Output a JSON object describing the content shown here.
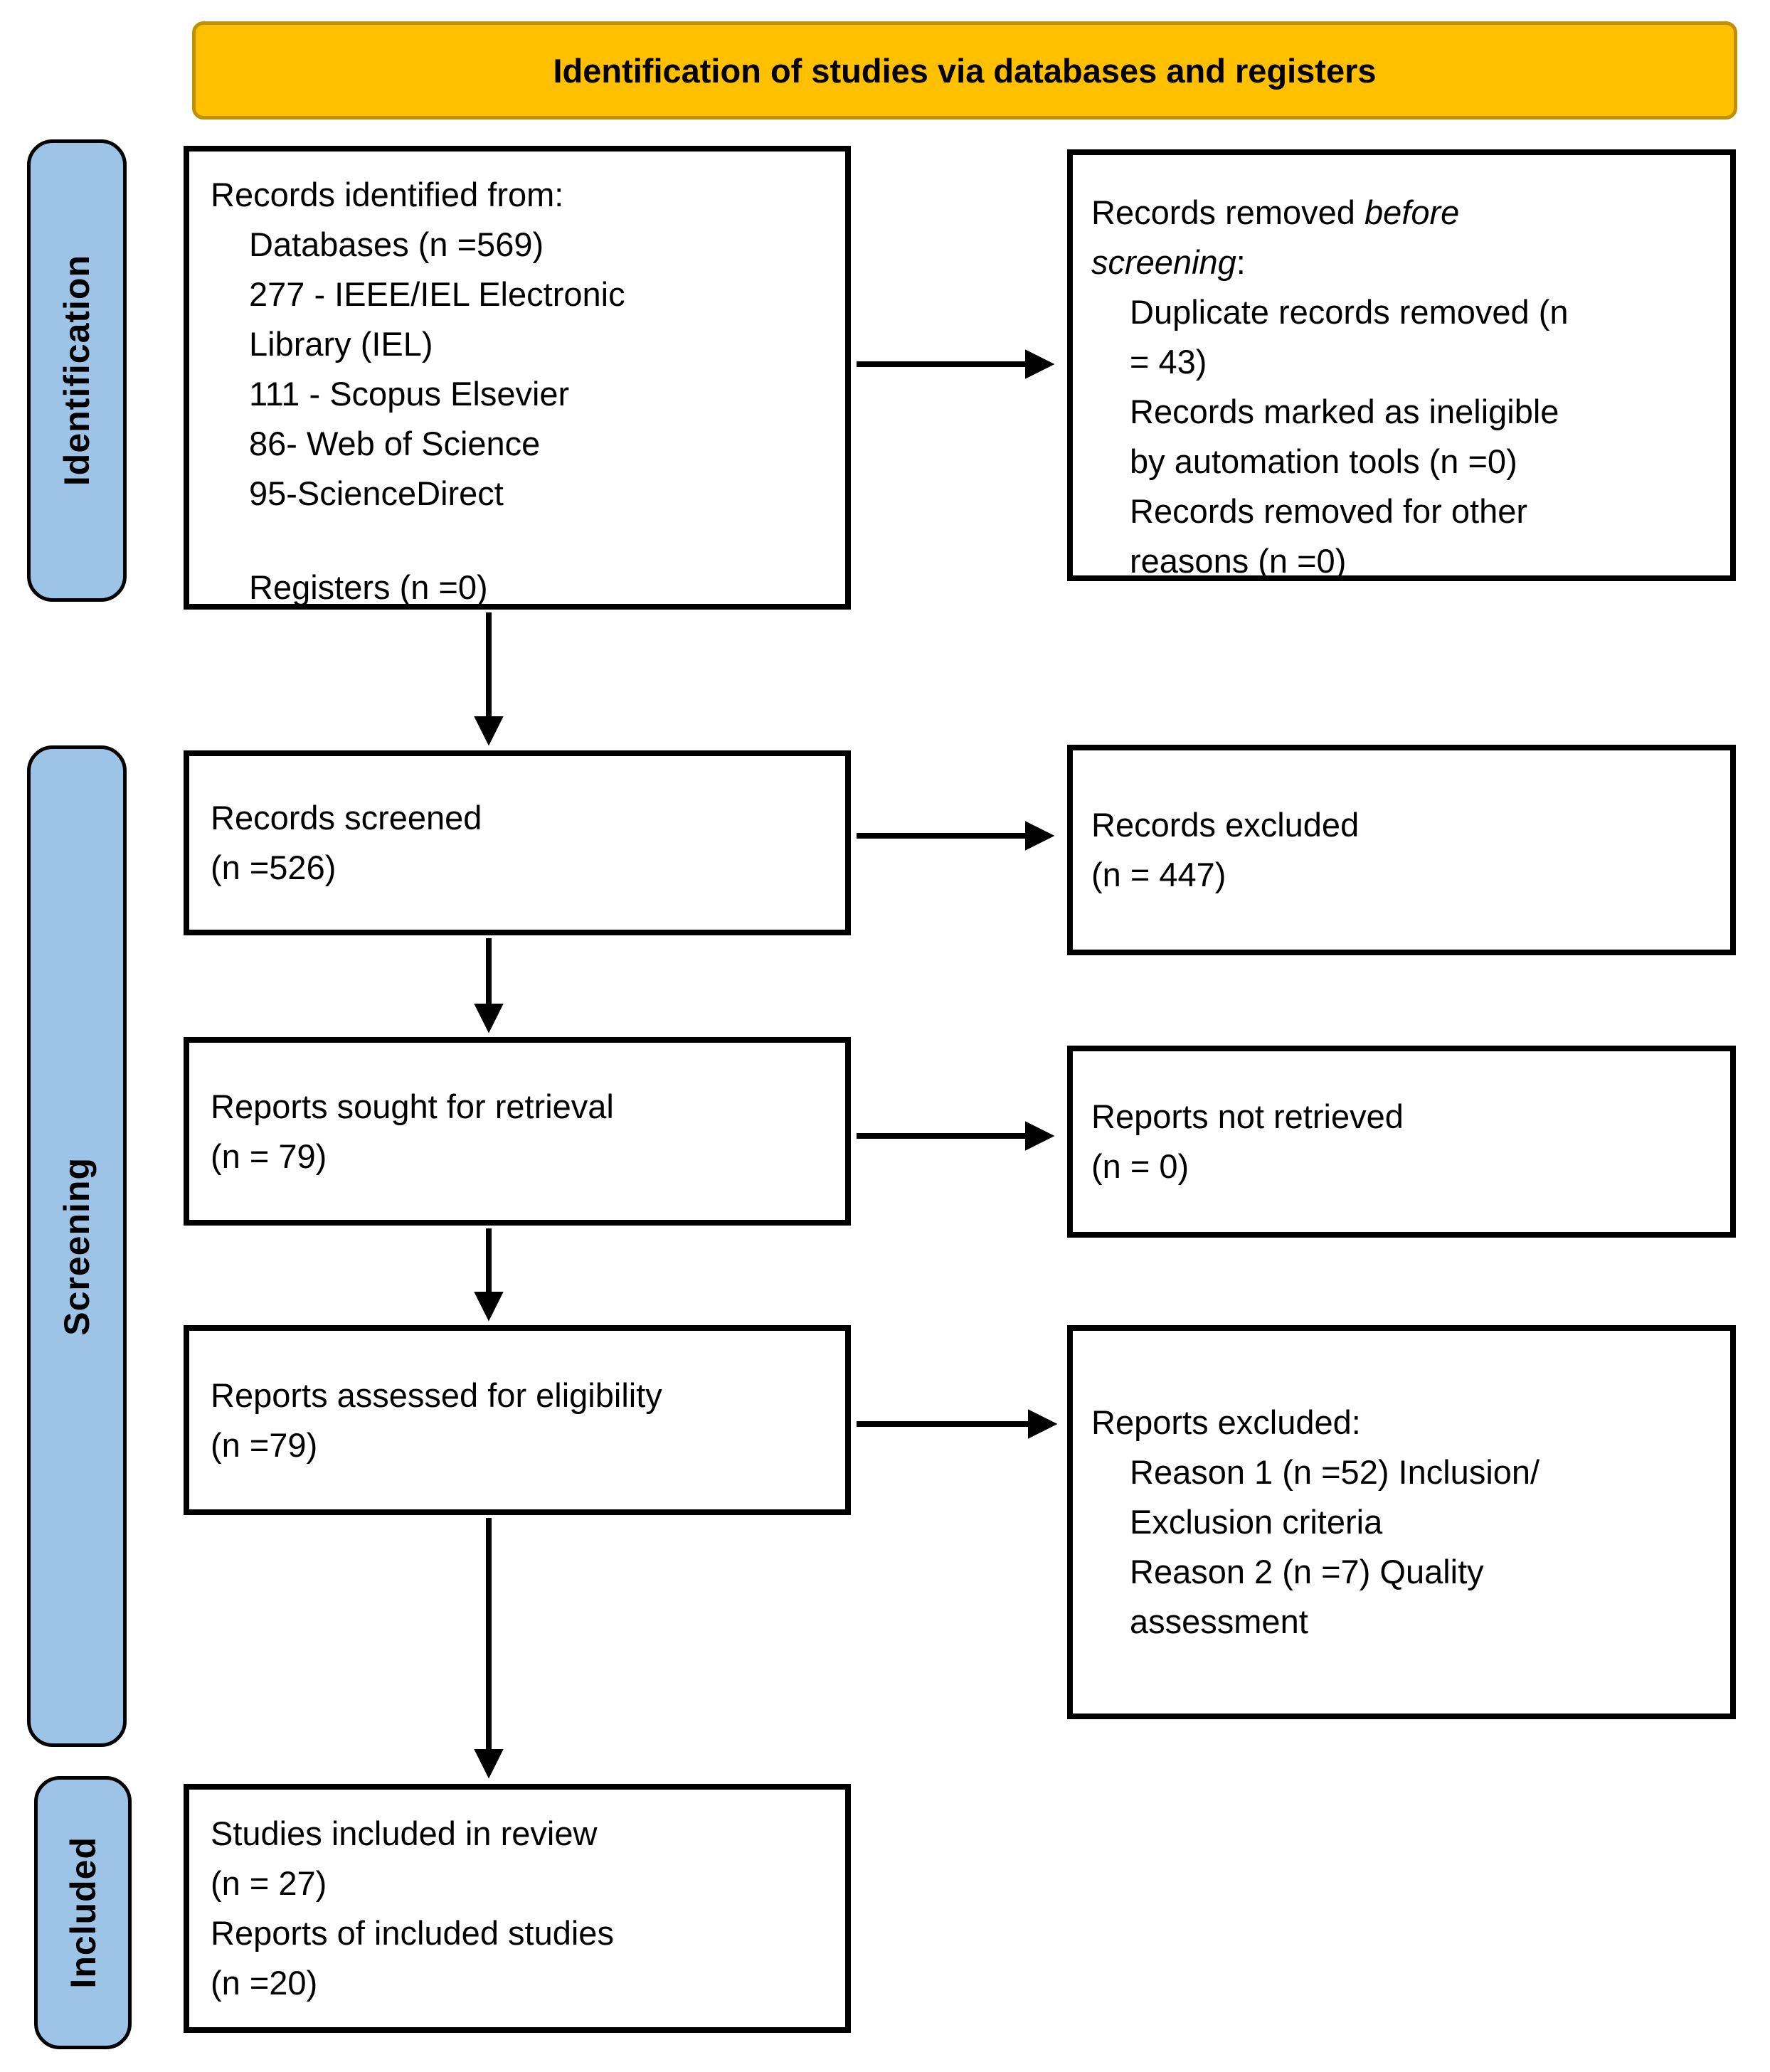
{
  "banner": {
    "label": "Identification of studies via databases and registers"
  },
  "sidebar": {
    "stages": [
      {
        "label": "Identification"
      },
      {
        "label": "Screening"
      },
      {
        "label": "Included"
      }
    ]
  },
  "boxes": {
    "records_identified": {
      "lines": [
        "Records identified from:",
        "Databases (n =569)",
        "277 - IEEE/IEL Electronic",
        "Library (IEL)",
        "111 - Scopus Elsevier",
        "86- Web of Science",
        "95-ScienceDirect",
        "Registers (n =0)"
      ]
    },
    "records_removed": {
      "title_normal": "Records removed ",
      "title_italic_line1": "before",
      "title_italic_line2": "screening",
      "title_suffix": ":",
      "lines": [
        "Duplicate records removed (n",
        "= 43)",
        "Records marked as ineligible",
        "by automation tools (n =0)",
        "Records removed for other",
        "reasons (n =0)"
      ]
    },
    "records_screened": {
      "lines": [
        "Records screened",
        "(n =526)"
      ]
    },
    "records_excluded": {
      "lines": [
        "Records excluded",
        "(n = 447)"
      ]
    },
    "reports_sought": {
      "lines": [
        "Reports sought for retrieval",
        "(n = 79)"
      ]
    },
    "reports_not_retrieved": {
      "lines": [
        "Reports not retrieved",
        "(n = 0)"
      ]
    },
    "reports_assessed": {
      "lines": [
        "Reports assessed for eligibility",
        "(n =79)"
      ]
    },
    "reports_excluded": {
      "lines": [
        "Reports excluded:",
        "Reason 1 (n =52) Inclusion/",
        "Exclusion criteria",
        "Reason 2 (n =7) Quality",
        "assessment"
      ]
    },
    "studies_included": {
      "lines": [
        "Studies included in review",
        "(n = 27)",
        "Reports of included studies",
        "(n =20)"
      ]
    }
  },
  "colors": {
    "banner_fill": "#FFC000",
    "banner_border": "#BF9000",
    "stage_fill": "#9DC3E6",
    "stage_border": "#000000",
    "box_border": "#000000",
    "arrow": "#000000",
    "text": "#000000"
  }
}
